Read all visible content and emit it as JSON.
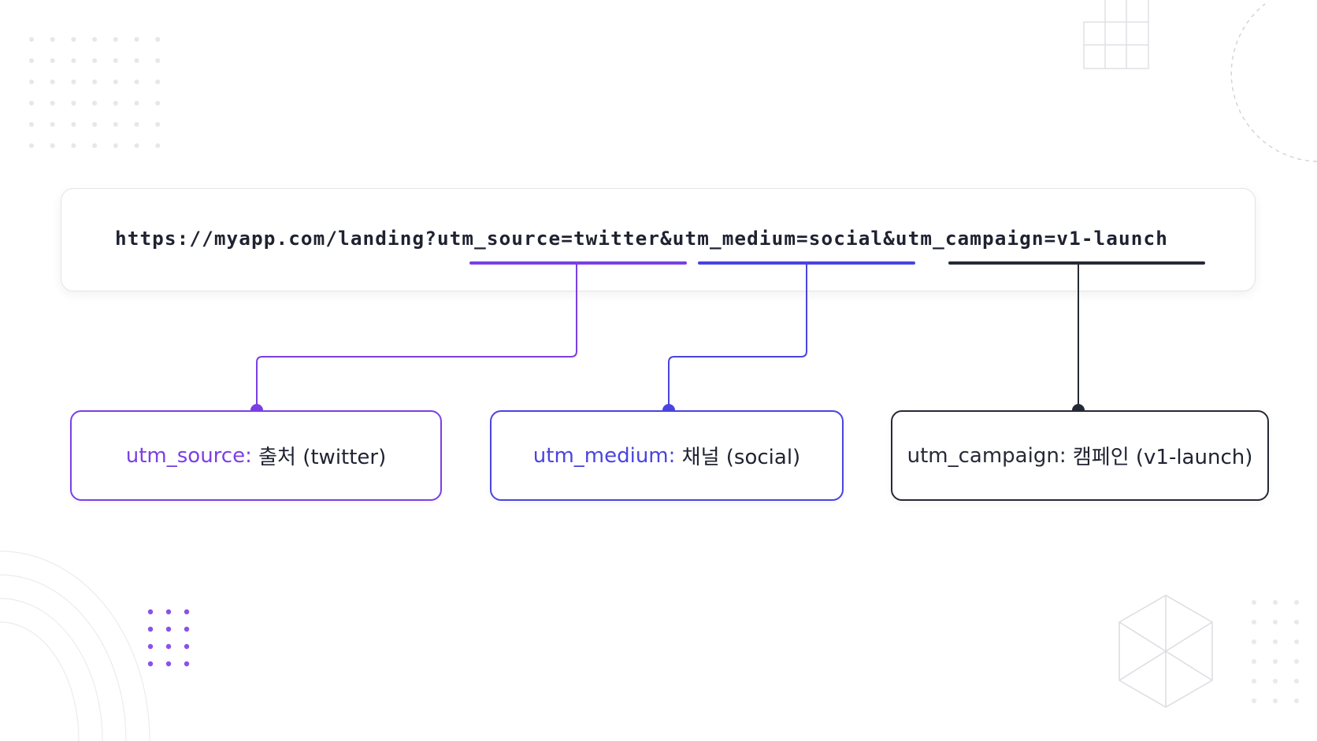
{
  "url": {
    "base": "https://myapp.com/landing?",
    "source_param": "utm_source=twitter",
    "amp_1": "&",
    "medium_param": "utm_medium=social",
    "amp_2": "&",
    "campaign_param": "utm_campaign=v1-launch"
  },
  "params": [
    {
      "key": "utm_source:",
      "description": "출처 (twitter)",
      "color": "#7b3fe4"
    },
    {
      "key": "utm_medium:",
      "description": "채널 (social)",
      "color": "#4a44e0"
    },
    {
      "key": "utm_campaign:",
      "description": "캠페인 (v1-launch)",
      "color": "#262a36"
    }
  ],
  "colors": {
    "source": "#7b3fe4",
    "medium": "#4a44e0",
    "campaign": "#262a36",
    "url_text": "#1f2230",
    "card_border": "#e4e4ea",
    "decoration": "#e2e2e8"
  }
}
